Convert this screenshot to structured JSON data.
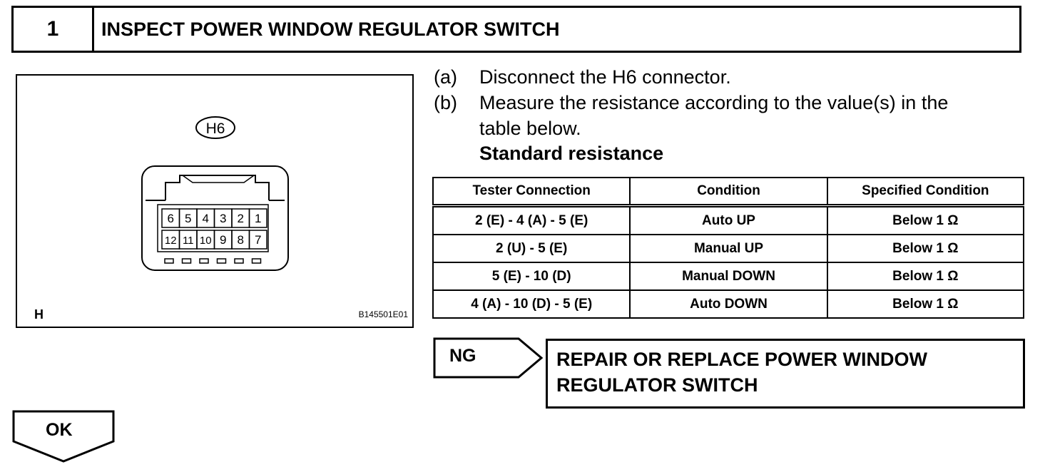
{
  "header": {
    "step": "1",
    "title": "INSPECT POWER WINDOW REGULATOR SWITCH"
  },
  "figure": {
    "connector_label": "H6",
    "corner_label": "H",
    "code": "B145501E01",
    "pins_top": [
      "6",
      "5",
      "4",
      "3",
      "2",
      "1"
    ],
    "pins_bottom": [
      "12",
      "11",
      "10",
      "9",
      "8",
      "7"
    ]
  },
  "instructions": [
    {
      "mark": "(a)",
      "lines": [
        "Disconnect the H6 connector."
      ]
    },
    {
      "mark": "(b)",
      "lines": [
        "Measure the resistance according to the value(s) in the",
        "table below."
      ]
    }
  ],
  "subheading": "Standard resistance",
  "table": {
    "headers": [
      "Tester Connection",
      "Condition",
      "Specified Condition"
    ],
    "rows": [
      [
        "2 (E) - 4 (A) - 5 (E)",
        "Auto UP",
        "Below 1 Ω"
      ],
      [
        "2 (U) - 5 (E)",
        "Manual UP",
        "Below 1 Ω"
      ],
      [
        "5 (E) - 10 (D)",
        "Manual DOWN",
        "Below 1 Ω"
      ],
      [
        "4 (A) - 10 (D) - 5 (E)",
        "Auto DOWN",
        "Below 1 Ω"
      ]
    ]
  },
  "ng": {
    "label": "NG",
    "action_lines": [
      "REPAIR OR REPLACE POWER WINDOW",
      "REGULATOR SWITCH"
    ]
  },
  "ok": {
    "label": "OK"
  }
}
